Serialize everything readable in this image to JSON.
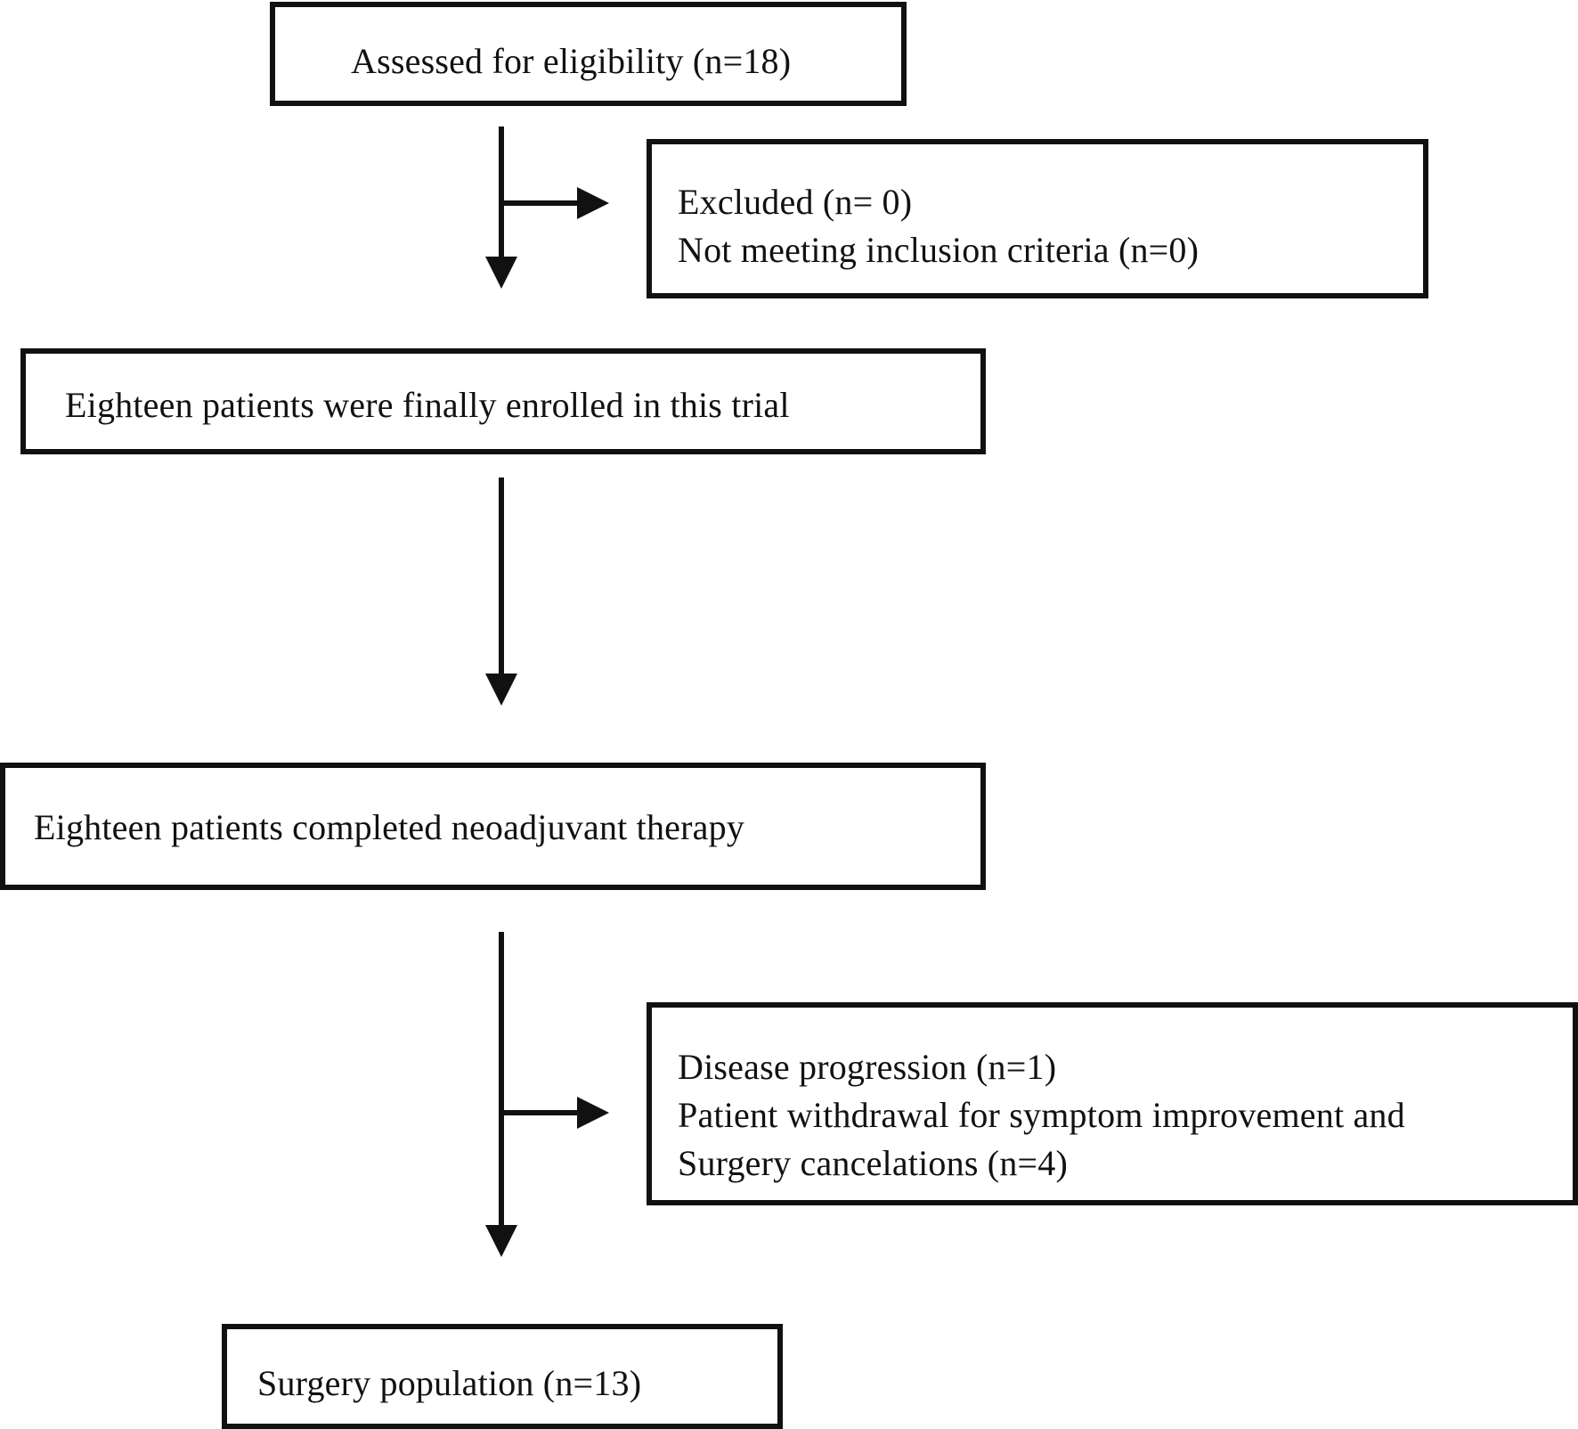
{
  "flowchart": {
    "assessed": {
      "text": "Assessed for eligibility  (n=18)"
    },
    "excluded": {
      "line1": "Excluded   (n= 0)",
      "line2": "Not meeting  inclusion criteria  (n=0)"
    },
    "enrolled": {
      "text": "Eighteen  patients were  finally  enrolled  in  this trial"
    },
    "completed": {
      "text": "Eighteen  patients completed  neoadjuvant therapy"
    },
    "withdrawn": {
      "line1": "Disease progression (n=1)",
      "line2": "Patient withdrawal  for symptom improvement  and",
      "line3": "Surgery cancelations (n=4)"
    },
    "surgery": {
      "text": "Surgery population (n=13)"
    }
  },
  "colors": {
    "stroke": "#111111",
    "background": "#ffffff"
  }
}
